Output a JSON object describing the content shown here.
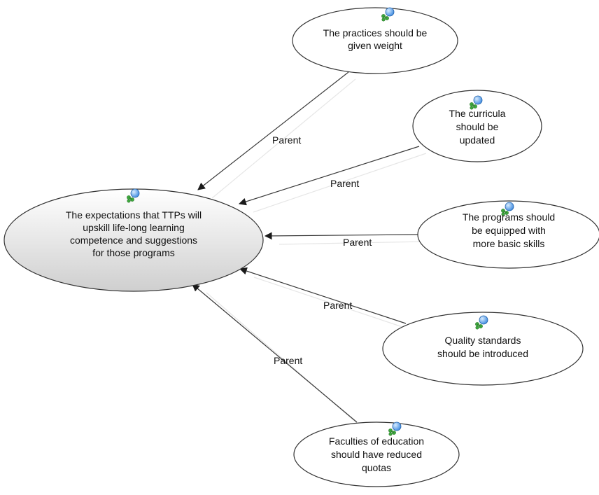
{
  "central": {
    "lines": [
      "The expectations that TTPs will",
      "upskill life-long learning",
      "competence and suggestions",
      "for those programs"
    ],
    "icon": "node-cluster-icon"
  },
  "children": [
    {
      "id": "practices",
      "lines": [
        "The practices should be",
        "given weight"
      ],
      "edge_label": "Parent",
      "icon": "node-cluster-icon"
    },
    {
      "id": "curricula",
      "lines": [
        "The curricula",
        "should be",
        "updated"
      ],
      "edge_label": "Parent",
      "icon": "node-cluster-icon"
    },
    {
      "id": "programs",
      "lines": [
        "The programs should",
        "be equipped with",
        "more basic skills"
      ],
      "edge_label": "Parent",
      "icon": "node-cluster-icon"
    },
    {
      "id": "quality",
      "lines": [
        "Quality standards",
        "should be introduced"
      ],
      "edge_label": "Parent",
      "icon": "node-cluster-icon"
    },
    {
      "id": "faculties",
      "lines": [
        "Faculties of education",
        "should have reduced",
        "quotas"
      ],
      "edge_label": "Parent",
      "icon": "node-cluster-icon"
    }
  ],
  "colors": {
    "central_fill_top": "#ffffff",
    "central_fill_bottom": "#cfcfcf",
    "node_fill": "#ffffff",
    "edge": "#3a3a3a",
    "icon_green": "#3ea83e",
    "icon_blue": "#3d8ae0"
  }
}
